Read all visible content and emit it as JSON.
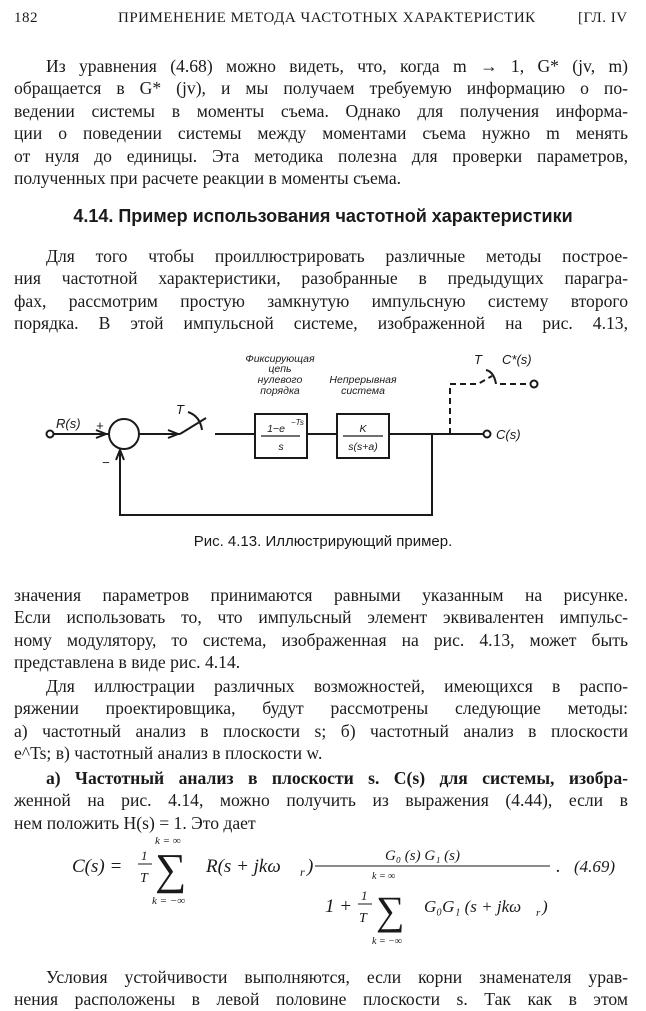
{
  "header": {
    "page_number": "182",
    "running_title": "ПРИМЕНЕНИЕ МЕТОДА ЧАСТОТНЫХ ХАРАКТЕРИСТИК",
    "chapter": "[ГЛ. IV"
  },
  "p1": [
    "Из уравнения (4.68) можно видеть, что, когда m → 1, G* (jv, m)",
    "обращается в G* (jv), и мы получаем требуемую информацию о по-",
    "ведении системы в моменты съема. Однако для получения информа-",
    "ции о поведении системы между моментами съема нужно m менять",
    "от нуля до единицы. Эта методика полезна для проверки параметров,",
    "полученных при расчете реакции в моменты съема."
  ],
  "section_heading": "4.14. Пример использования частотной характеристики",
  "p2": [
    "Для того чтобы проиллюстрировать различные методы построе-",
    "ния частотной характеристики, разобранные в предыдущих парагра-",
    "фах, рассмотрим простую замкнутую импульсную систему второго",
    "порядка. В этой импульсной системе, изображенной на рис. 4.13,"
  ],
  "figure": {
    "input": "R(s)",
    "plus": "+",
    "minus": "−",
    "sampler_T": "T",
    "sampler2_T": "T",
    "output_star": "C*(s)",
    "output": "C(s)",
    "hold_label": [
      "Фиксирующая",
      "цепь",
      "нулевого",
      "порядка"
    ],
    "hold_num": "1−e",
    "hold_exp": "−Ts",
    "hold_den": "s",
    "plant_label": [
      "Непрерывная",
      "система"
    ],
    "plant_num": "K",
    "plant_den": "s(s+a)",
    "caption": "Рис. 4.13. Иллюстрирующий пример."
  },
  "p3": [
    "значения параметров принимаются равными указанным на рисунке.",
    "Если использовать то, что импульсный элемент эквивалентен импульс-",
    "ному модулятору, то система, изображенная на рис. 4.13, может быть",
    "представлена в виде рис. 4.14."
  ],
  "p4": [
    "Для иллюстрации различных возможностей, имеющихся в распо-",
    "ряжении проектировщика, будут рассмотрены следующие методы:",
    "а) частотный анализ в плоскости s; б) частотный анализ в плоскости",
    "e^Ts; в) частотный анализ в плоскости w."
  ],
  "p5": [
    "а) Частотный анализ в плоскости s. C(s) для системы, изобра-",
    "женной на рис. 4.14, можно получить из выражения (4.44), если в",
    "нем положить H(s) = 1. Это дает"
  ],
  "formula": {
    "lhs": "C(s) =",
    "one": "1",
    "T": "T",
    "sum_top": "k = ∞",
    "sum_bot": "k = −∞",
    "sigma": "∑",
    "term": "R(s + jkω",
    "sub_r": "r",
    "close": ")",
    "num": "G₀ (s) G₁ (s)",
    "den_pre": "1 +",
    "den_term": "G₀G₁ (s + jkω",
    "den_close": ")",
    "dot": ".",
    "number": "(4.69)"
  },
  "p6": [
    "Условия устойчивости выполняются, если корни знаменателя урав-",
    "нения расположены в левой половине плоскости s. Так как в этом"
  ]
}
